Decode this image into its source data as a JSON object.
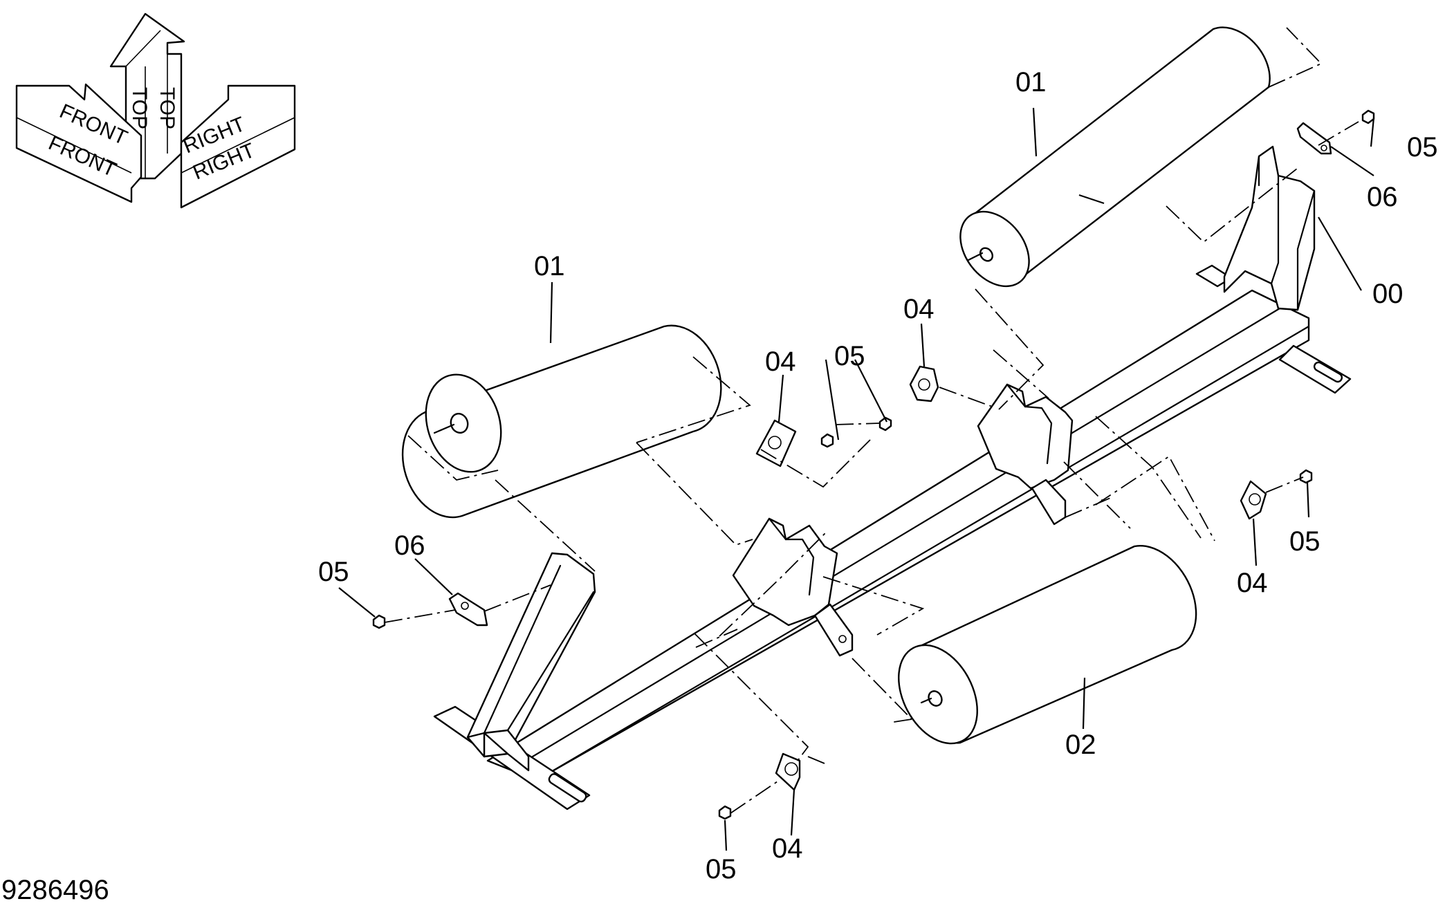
{
  "orientation": {
    "top": "TOP",
    "front": "FRONT",
    "right": "RIGHT"
  },
  "document_number": "9286496",
  "callouts": {
    "roller_upper_right": "01",
    "roller_left": "01",
    "roller_lower_center": "02",
    "frame": "00",
    "bracket_plate_right": "06",
    "bracket_plate_left": "06",
    "nut_upper_right": "05",
    "nut_center_pair": "05",
    "nut_right": "05",
    "nut_left": "05",
    "nut_bottom": "05",
    "clip_center_upper": "04",
    "clip_center_left": "04",
    "clip_right": "04",
    "clip_bottom": "04"
  }
}
